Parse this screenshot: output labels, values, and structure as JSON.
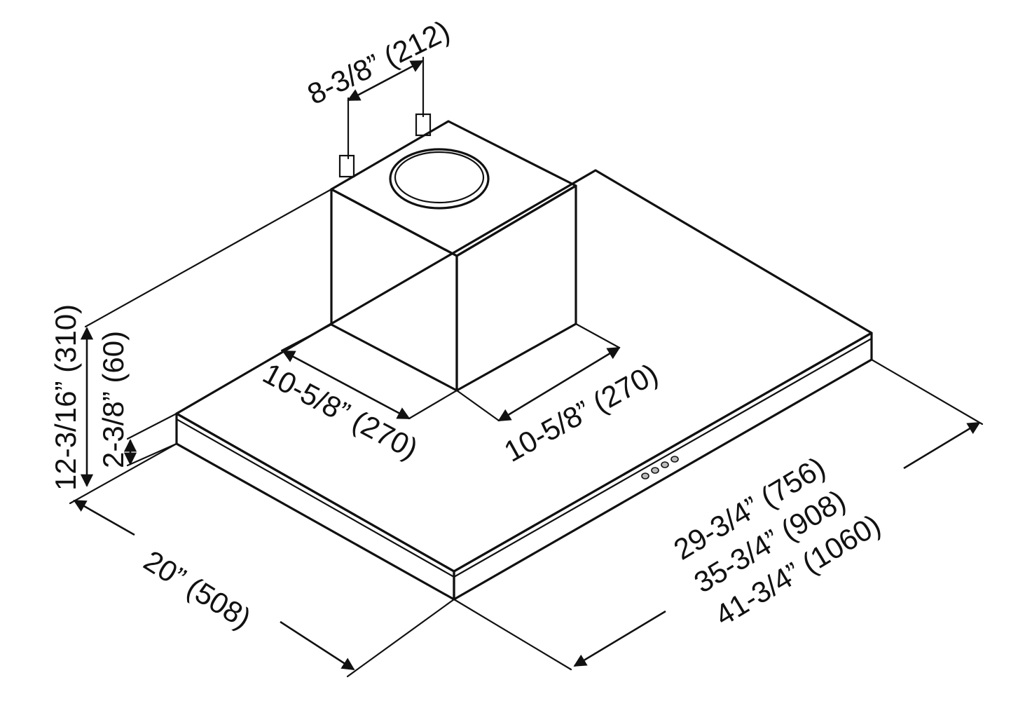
{
  "diagram": {
    "colors": {
      "line": "#111111",
      "background": "#ffffff",
      "button_fill": "#bbbbbb"
    },
    "dimensions": {
      "duct_spacing": "8-3/8” (212)",
      "chimney_depth": "10-5/8” (270)",
      "chimney_width": "10-5/8” (270)",
      "total_height": "12-3/16” (310)",
      "canopy_height": "2-3/8” (60)",
      "depth": "20” (508)",
      "widths": [
        "29-3/4” (756)",
        "35-3/4” (908)",
        "41-3/4” (1060)"
      ]
    },
    "control_buttons": 4
  }
}
